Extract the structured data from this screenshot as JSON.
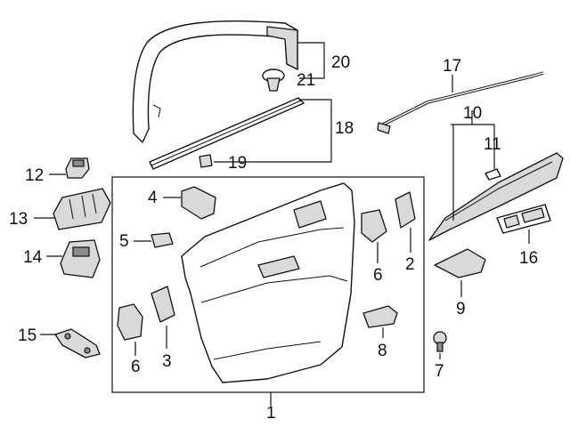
{
  "callouts": {
    "n1": "1",
    "n2": "2",
    "n3": "3",
    "n4": "4",
    "n5": "5",
    "n6a": "6",
    "n6b": "6",
    "n7": "7",
    "n8": "8",
    "n9": "9",
    "n10": "10",
    "n11": "11",
    "n12": "12",
    "n13": "13",
    "n14": "14",
    "n15": "15",
    "n16": "16",
    "n17": "17",
    "n18": "18",
    "n19": "19",
    "n20": "20",
    "n21": "21"
  },
  "parts": {
    "door_panel": "door-trim-panel",
    "frame_molding": "window-frame-molding",
    "beltline_weatherstrip": "beltline-weatherstrip",
    "upper_molding": "upper-trim-molding",
    "armrest_trim": "armrest-trim",
    "switch_bezel": "switch-bezel",
    "pull_cup": "pull-cup"
  }
}
